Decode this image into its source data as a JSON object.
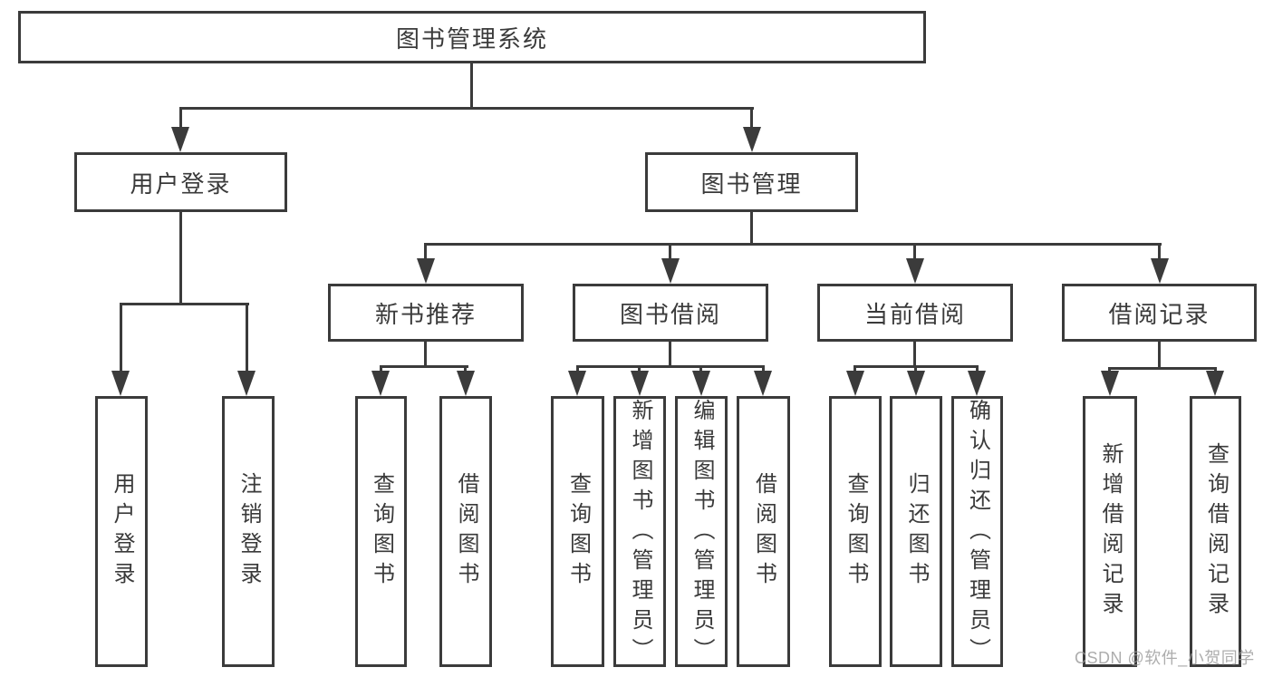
{
  "diagram": {
    "type": "hierarchy-tree",
    "root": {
      "label": "图书管理系统"
    },
    "branches": [
      {
        "label": "用户登录",
        "children": [
          {
            "label": "用户登录"
          },
          {
            "label": "注销登录"
          }
        ]
      },
      {
        "label": "图书管理",
        "children": [
          {
            "label": "新书推荐",
            "children": [
              {
                "label": "查询图书"
              },
              {
                "label": "借阅图书"
              }
            ]
          },
          {
            "label": "图书借阅",
            "children": [
              {
                "label": "查询图书"
              },
              {
                "label": "新增图书（管理员）"
              },
              {
                "label": "编辑图书（管理员）"
              },
              {
                "label": "借阅图书"
              }
            ]
          },
          {
            "label": "当前借阅",
            "children": [
              {
                "label": "查询图书"
              },
              {
                "label": "归还图书"
              },
              {
                "label": "确认归还（管理员）"
              }
            ]
          },
          {
            "label": "借阅记录",
            "children": [
              {
                "label": "新增借阅记录"
              },
              {
                "label": "查询借阅记录"
              }
            ]
          }
        ]
      }
    ]
  },
  "watermark": {
    "text": "CSDN @软件_小贺同学",
    "color": "#9b9b9b"
  },
  "colors": {
    "line": "#3b3b3b",
    "text": "#3a3a3a",
    "background": "#ffffff"
  }
}
